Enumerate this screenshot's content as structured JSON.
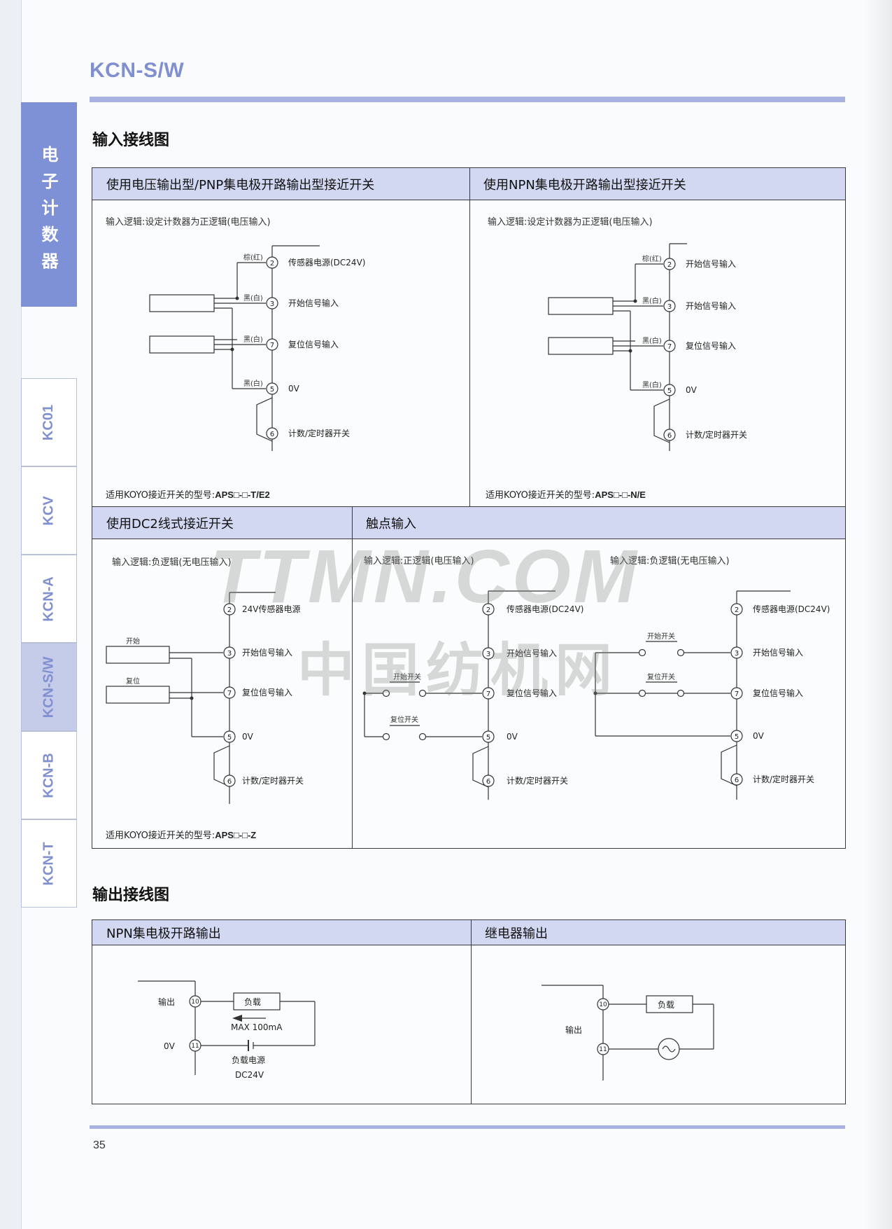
{
  "header": {
    "title": "KCN-S/W"
  },
  "sidebar": {
    "main_tab": "电子计数器",
    "tabs": [
      {
        "label": "KC01",
        "active": false
      },
      {
        "label": "KCV",
        "active": false
      },
      {
        "label": "KCN-A",
        "active": false
      },
      {
        "label": "KCN-S/W",
        "active": true
      },
      {
        "label": "KCN-B",
        "active": false
      },
      {
        "label": "KCN-T",
        "active": false
      }
    ]
  },
  "input_section": {
    "title": "输入接线图",
    "panels": {
      "voltage_pnp": {
        "title": "使用电压输出型/PNP集电极开路输出型接近开关",
        "logic": "输入逻辑:设定计数器为正逻辑(电压输入)",
        "wires": [
          "棕(红)",
          "黑(白)",
          "黑(白)",
          "黑(白)"
        ],
        "terminals": [
          {
            "num": "2",
            "label": "传感器电源(DC24V)"
          },
          {
            "num": "3",
            "label": "开始信号输入"
          },
          {
            "num": "7",
            "label": "复位信号输入"
          },
          {
            "num": "5",
            "label": "0V"
          },
          {
            "num": "6",
            "label": "计数/定时器开关"
          }
        ],
        "model_prefix": "适用KOYO接近开关的型号:",
        "model": "APS□-□-T/E2"
      },
      "npn": {
        "title": "使用NPN集电极开路输出型接近开关",
        "logic": "输入逻辑:设定计数器为正逻辑(电压输入)",
        "wires": [
          "棕(红)",
          "黑(白)",
          "黑(白)",
          "黑(白)"
        ],
        "terminals": [
          {
            "num": "2",
            "label": "开始信号输入"
          },
          {
            "num": "3",
            "label": "开始信号输入"
          },
          {
            "num": "7",
            "label": "复位信号输入"
          },
          {
            "num": "5",
            "label": "0V"
          },
          {
            "num": "6",
            "label": "计数/定时器开关"
          }
        ],
        "model_prefix": "适用KOYO接近开关的型号:",
        "model": "APS□-□-N/E"
      },
      "dc2": {
        "title": "使用DC2线式接近开关",
        "logic": "输入逻辑:负逻辑(无电压输入)",
        "sensor_labels": [
          "开始",
          "复位"
        ],
        "terminals": [
          {
            "num": "2",
            "label": "24V传感器电源"
          },
          {
            "num": "3",
            "label": "开始信号输入"
          },
          {
            "num": "7",
            "label": "复位信号输入"
          },
          {
            "num": "5",
            "label": "0V"
          },
          {
            "num": "6",
            "label": "计数/定时器开关"
          }
        ],
        "model_prefix": "适用KOYO接近开关的型号:",
        "model": "APS□-□-Z"
      },
      "contact": {
        "title": "触点输入",
        "positive": {
          "logic": "输入逻辑:正逻辑(电压输入)",
          "switches": [
            "开始开关",
            "复位开关"
          ],
          "terminals": [
            {
              "num": "2",
              "label": "传感器电源(DC24V)"
            },
            {
              "num": "3",
              "label": "开始信号输入"
            },
            {
              "num": "7",
              "label": "复位信号输入"
            },
            {
              "num": "5",
              "label": "0V"
            },
            {
              "num": "6",
              "label": "计数/定时器开关"
            }
          ]
        },
        "negative": {
          "logic": "输入逻辑:负逻辑(无电压输入)",
          "switches": [
            "开始开关",
            "复位开关"
          ],
          "terminals": [
            {
              "num": "2",
              "label": "传感器电源(DC24V)"
            },
            {
              "num": "3",
              "label": "开始信号输入"
            },
            {
              "num": "7",
              "label": "复位信号输入"
            },
            {
              "num": "5",
              "label": "0V"
            },
            {
              "num": "6",
              "label": "计数/定时器开关"
            }
          ]
        }
      }
    }
  },
  "output_section": {
    "title": "输出接线图",
    "npn_output": {
      "title": "NPN集电极开路输出",
      "out_label": "输出",
      "zero_label": "0V",
      "t10": "10",
      "t11": "11",
      "load": "负载",
      "current": "MAX 100mA",
      "supply": "负载电源",
      "supply_v": "DC24V"
    },
    "relay_output": {
      "title": "继电器输出",
      "out_label": "输出",
      "t10": "10",
      "t11": "11",
      "load": "负载"
    }
  },
  "watermark": {
    "line1": "TTMN.COM",
    "line2": "中国纺机网"
  },
  "footer": {
    "page_number": "35"
  }
}
